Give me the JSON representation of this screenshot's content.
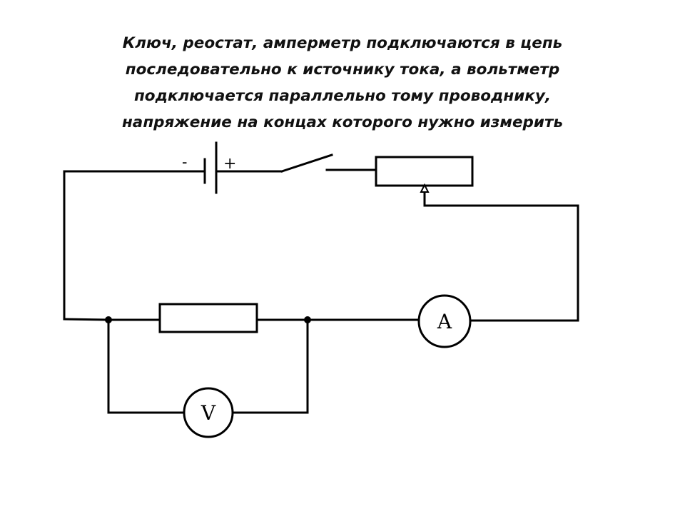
{
  "heading": {
    "lines": [
      "Ключ, реостат, амперметр подключаются в цепь",
      "последовательно к источнику тока, а вольтметр",
      "подключается параллельно тому проводнику,",
      "напряжение на концах которого нужно измерить"
    ]
  },
  "circuit": {
    "battery": {
      "minus_sign": "-",
      "plus_sign": "+"
    },
    "ammeter": {
      "symbol": "A"
    },
    "voltmeter": {
      "symbol": "V"
    }
  },
  "colors": {
    "ink": "#000000",
    "background": "#ffffff"
  }
}
